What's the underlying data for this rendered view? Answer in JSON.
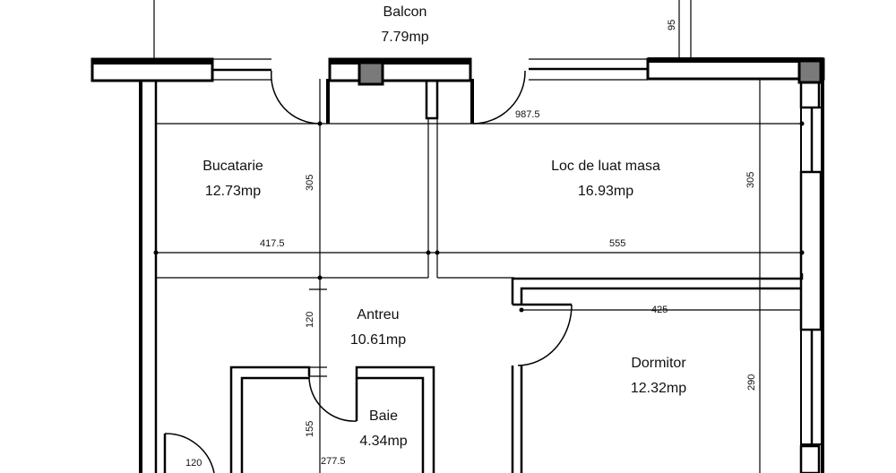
{
  "plan": {
    "rooms": [
      {
        "id": "balcon",
        "name": "Balcon",
        "area": "7.79mp"
      },
      {
        "id": "bucatarie",
        "name": "Bucatarie",
        "area": "12.73mp"
      },
      {
        "id": "loc-de-luat-masa",
        "name": "Loc de luat masa",
        "area": "16.93mp"
      },
      {
        "id": "antreu",
        "name": "Antreu",
        "area": "10.61mp"
      },
      {
        "id": "dormitor",
        "name": "Dormitor",
        "area": "12.32mp"
      },
      {
        "id": "baie",
        "name": "Baie",
        "area": "4.34mp"
      }
    ],
    "dimensions": {
      "balcony_depth": "95",
      "total_width": "987.5",
      "kitchen_height": "305",
      "kitchen_width": "417.5",
      "dining_height": "305",
      "dining_width": "555",
      "hall_gap": "120",
      "bedroom_width": "425",
      "bedroom_height": "290",
      "bath_height": "155",
      "bath_width": "277.5",
      "entry_door": "120"
    }
  }
}
